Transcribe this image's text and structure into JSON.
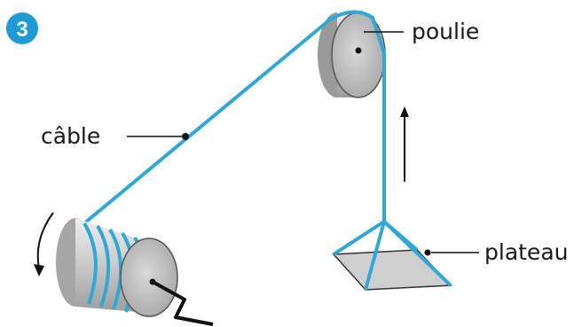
{
  "figure": {
    "number": "3",
    "labels": {
      "pulley": "poulie",
      "cable": "câble",
      "tray": "plateau"
    }
  },
  "colors": {
    "cable": "#2fa8d8",
    "badge": "#1e9ad6",
    "metal_light": "#dcdcdc",
    "metal_dark": "#9a9a9a",
    "plate": "#cfcfcf",
    "ink": "#1a1a1a"
  }
}
